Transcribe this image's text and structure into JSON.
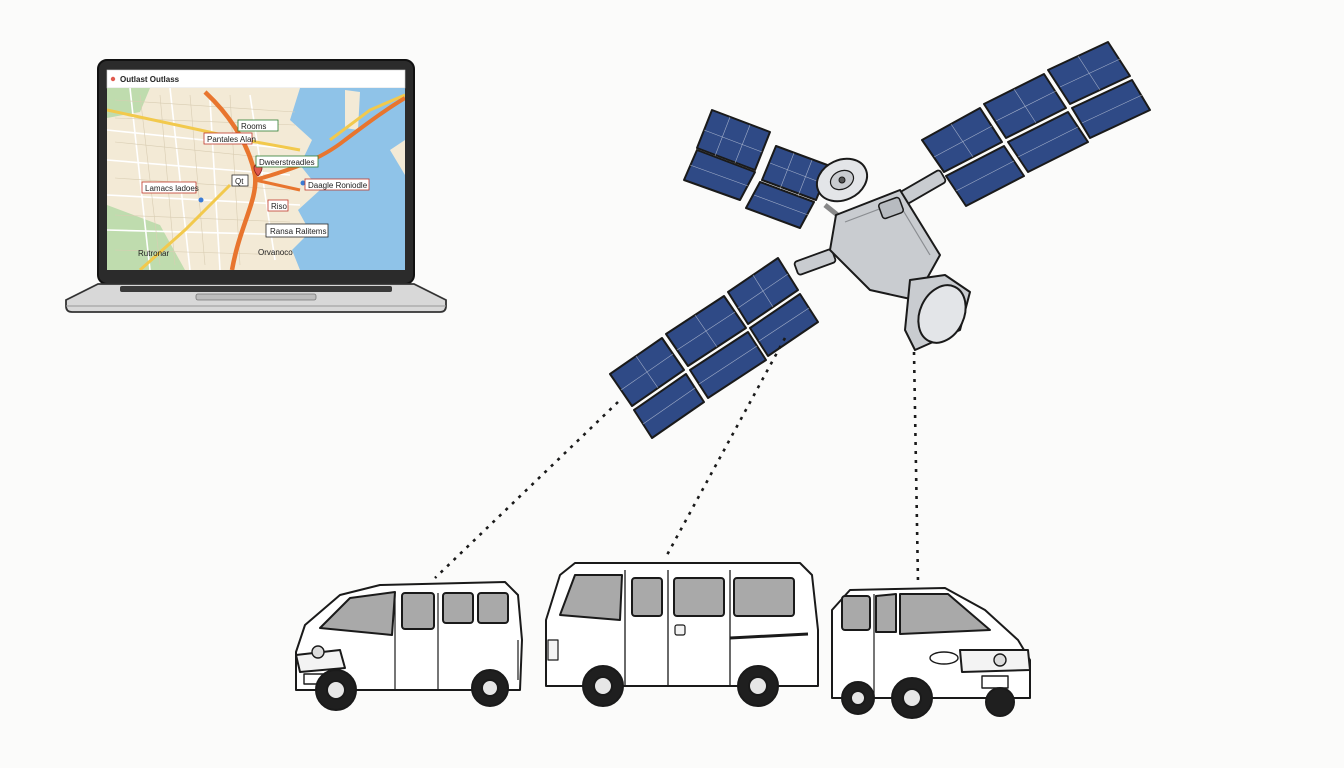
{
  "illustration": {
    "subject": "satellite-vehicle-tracking",
    "colors": {
      "background": "#fbfbfa",
      "panel": "#2f4a86",
      "panel_dark": "#1c2c55",
      "satellite_body": "#c9ccd0",
      "road_orange": "#e8752e",
      "water": "#8fc3e8",
      "land": "#f3ead6",
      "park": "#bfdcae",
      "outline": "#1a1a1a",
      "label_border_red": "#c0392b",
      "label_border_green": "#2e7d32"
    }
  },
  "laptop": {
    "window_title": "Outlast Outlass",
    "map_labels": [
      {
        "id": "label-1",
        "text": "Rooms"
      },
      {
        "id": "label-2",
        "text": "Pantales Alan"
      },
      {
        "id": "label-3",
        "text": "Dweerstreadles"
      },
      {
        "id": "label-4",
        "text": "Daagle Roniodle"
      },
      {
        "id": "label-5",
        "text": "Lamacs ladoes"
      },
      {
        "id": "label-6",
        "text": "Riso"
      },
      {
        "id": "label-7",
        "text": "Ransa Ralitems"
      },
      {
        "id": "label-8",
        "text": "Rutronar"
      },
      {
        "id": "label-9",
        "text": "Orvanoco"
      },
      {
        "id": "label-10",
        "text": "Qt"
      }
    ]
  },
  "vehicles": [
    {
      "id": "van-1",
      "kind": "minivan"
    },
    {
      "id": "van-2",
      "kind": "box-van"
    },
    {
      "id": "van-3",
      "kind": "compact-mpv"
    }
  ]
}
